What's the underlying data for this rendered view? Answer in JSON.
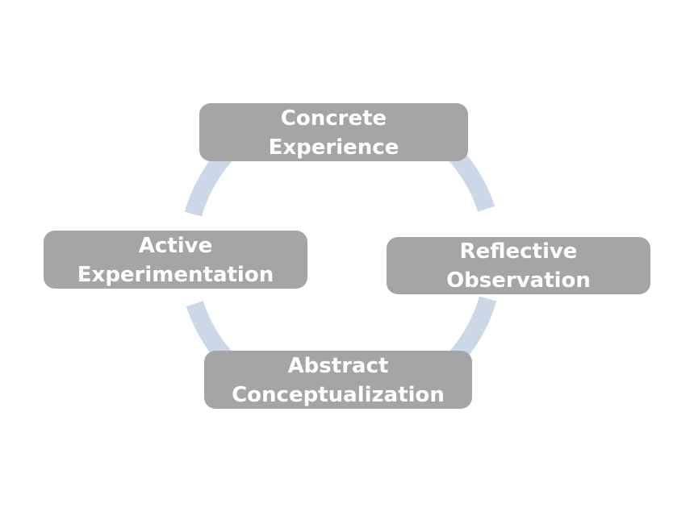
{
  "diagram": {
    "type": "cycle",
    "direction": "clockwise",
    "arrow_color": "#ccd7e8",
    "box_color": "#a5a5a5",
    "text_color": "#ffffff",
    "stages": [
      {
        "id": "concrete-experience",
        "line1": "Concrete",
        "line2": "Experience"
      },
      {
        "id": "reflective-observation",
        "line1": "Reflective",
        "line2": "Observation"
      },
      {
        "id": "abstract-conceptualization",
        "line1": "Abstract",
        "line2": "Conceptualization"
      },
      {
        "id": "active-experimentation",
        "line1": "Active",
        "line2": "Experimentation"
      }
    ]
  }
}
